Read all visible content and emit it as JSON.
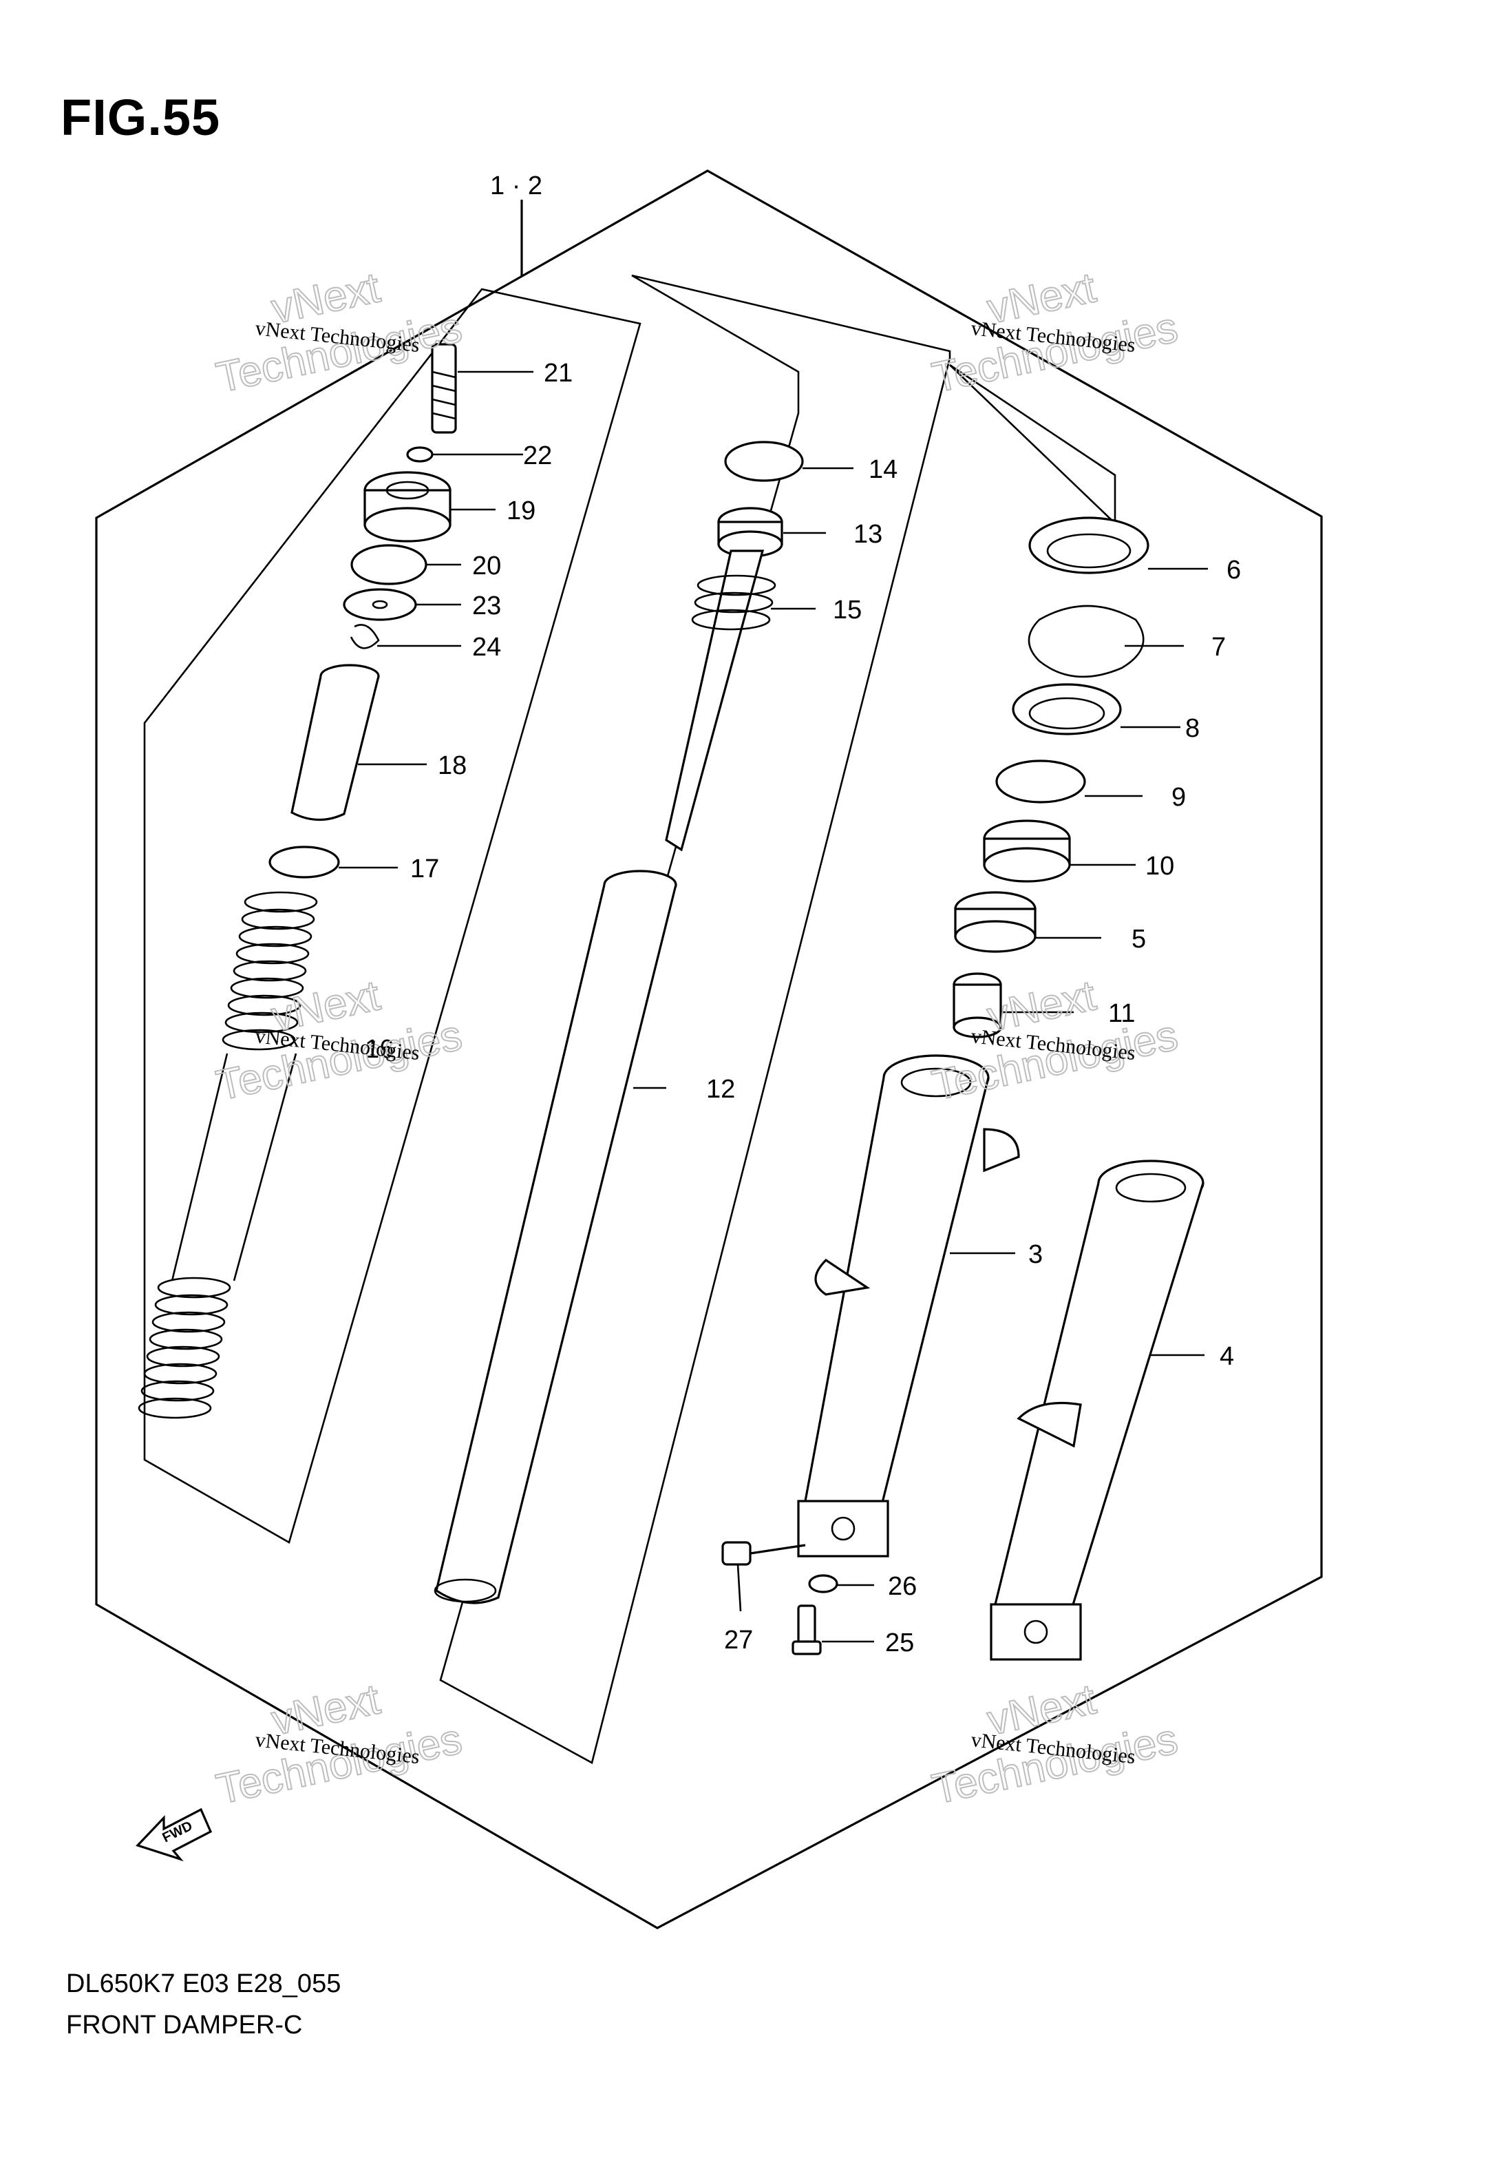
{
  "figure": {
    "title": "FIG.55",
    "model_code": "DL650K7 E03 E28_055",
    "name": "FRONT DAMPER-C"
  },
  "assembly_label": "1 · 2",
  "callouts": [
    {
      "id": "21",
      "label": "21"
    },
    {
      "id": "22",
      "label": "22"
    },
    {
      "id": "19",
      "label": "19"
    },
    {
      "id": "20",
      "label": "20"
    },
    {
      "id": "23",
      "label": "23"
    },
    {
      "id": "24",
      "label": "24"
    },
    {
      "id": "18",
      "label": "18"
    },
    {
      "id": "17",
      "label": "17"
    },
    {
      "id": "16",
      "label": "16"
    },
    {
      "id": "14",
      "label": "14"
    },
    {
      "id": "13",
      "label": "13"
    },
    {
      "id": "15",
      "label": "15"
    },
    {
      "id": "12",
      "label": "12"
    },
    {
      "id": "6",
      "label": "6"
    },
    {
      "id": "7",
      "label": "7"
    },
    {
      "id": "8",
      "label": "8"
    },
    {
      "id": "9",
      "label": "9"
    },
    {
      "id": "10",
      "label": "10"
    },
    {
      "id": "5",
      "label": "5"
    },
    {
      "id": "11",
      "label": "11"
    },
    {
      "id": "3",
      "label": "3"
    },
    {
      "id": "4",
      "label": "4"
    },
    {
      "id": "26",
      "label": "26"
    },
    {
      "id": "27",
      "label": "27"
    },
    {
      "id": "25",
      "label": "25"
    }
  ],
  "fwd_label": "FWD",
  "watermark": {
    "line1": "vNext Technologies",
    "line2": "vNext",
    "line3": "Technologies"
  }
}
